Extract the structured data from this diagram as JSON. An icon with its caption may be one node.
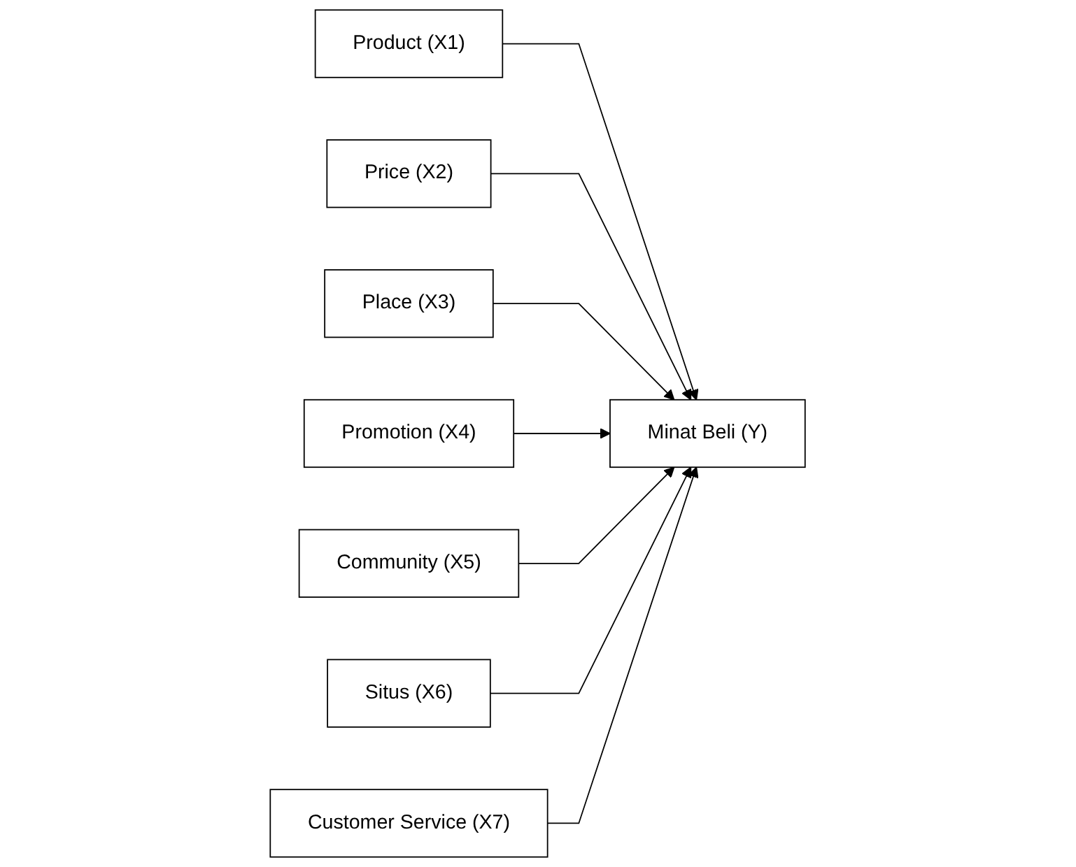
{
  "diagram": {
    "nodes": [
      {
        "text": [
          "Product (X1)"
        ]
      },
      {
        "text": [
          "Price (X2)"
        ]
      },
      {
        "text": [
          "Place (X3)"
        ]
      },
      {
        "text": [
          "Promotion (X4)"
        ]
      },
      {
        "text": [
          "Community (X5)"
        ]
      },
      {
        "text": [
          "Situs (X6)"
        ]
      },
      {
        "text": [
          "Customer Service (X7)"
        ]
      },
      {
        "text": [
          "Minat Beli (Y)"
        ]
      }
    ],
    "edges": [
      {
        "from": 0,
        "to": 7,
        "arrow": "to"
      },
      {
        "from": 1,
        "to": 7,
        "arrow": "to"
      },
      {
        "from": 2,
        "to": 7,
        "arrow": "to"
      },
      {
        "from": 3,
        "to": 7,
        "arrow": "to"
      },
      {
        "from": 4,
        "to": 7,
        "arrow": "to"
      },
      {
        "from": 5,
        "to": 7,
        "arrow": "to"
      },
      {
        "from": 6,
        "to": 7,
        "arrow": "to"
      }
    ]
  }
}
